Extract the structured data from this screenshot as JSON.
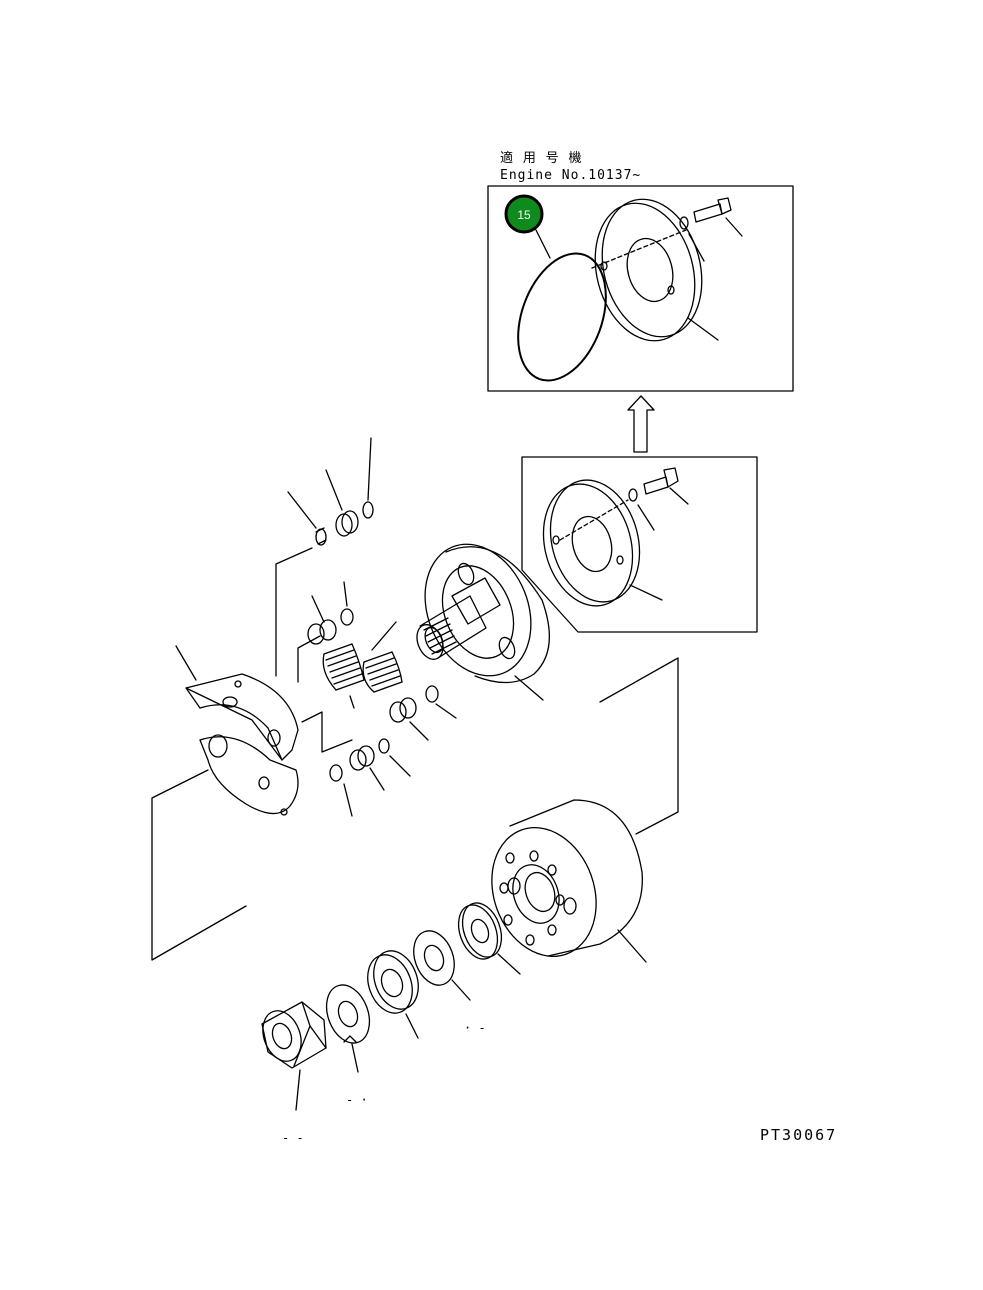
{
  "header": {
    "applicable_label": "適 用 号 機",
    "engine_range": "Engine No.10137~"
  },
  "callout": {
    "number": "15",
    "fill": "#0f8a1c",
    "ring": "#000000"
  },
  "drawing_code": "PT30067",
  "stray_marks": {
    "a": "- -",
    "b": "- ·",
    "c": "· -"
  },
  "colors": {
    "ink": "#000000",
    "paper": "#ffffff"
  }
}
